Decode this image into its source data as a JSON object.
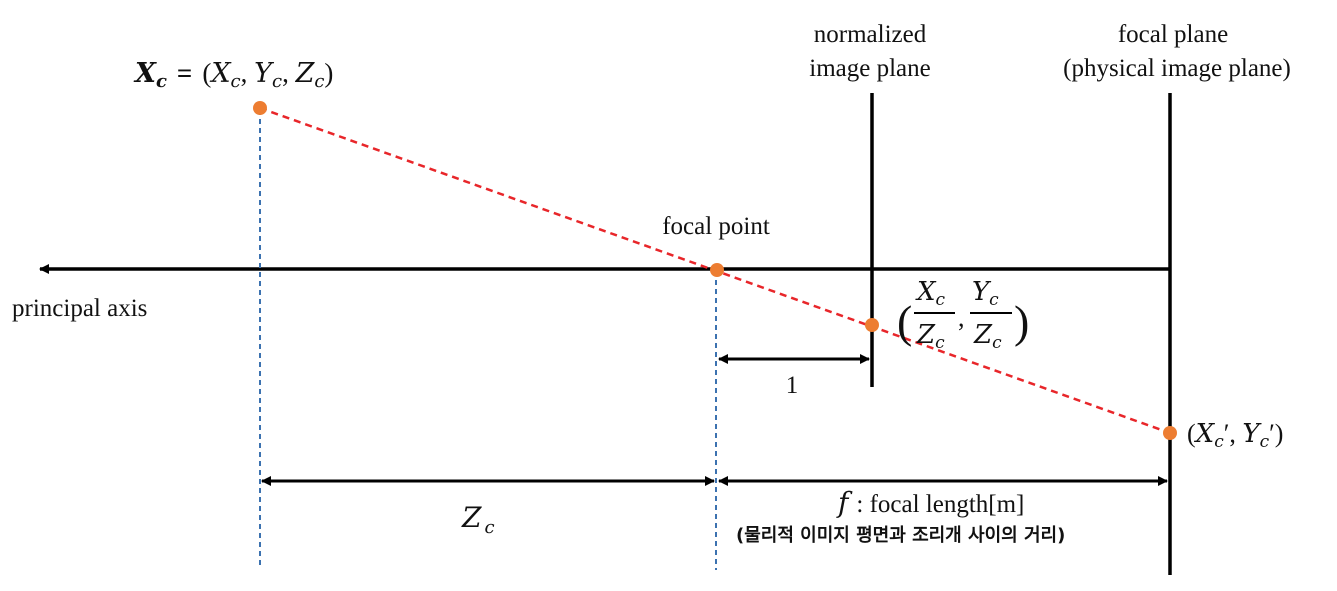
{
  "colors": {
    "line": "#000000",
    "ray": "#e8262a",
    "guide": "#3c72b0",
    "point": "#ed7d31"
  },
  "labels": {
    "object_point_var": "X",
    "object_point_sub": "c",
    "object_point_eq": "=",
    "object_X": "X",
    "object_Y": "Y",
    "object_Z": "Z",
    "sub_c": "c",
    "normalized_plane_line1": "normalized",
    "normalized_plane_line2": "image plane",
    "focal_plane_line1": "focal plane",
    "focal_plane_line2": "(physical image plane)",
    "focal_point": "focal point",
    "principal_axis": "principal axis",
    "norm_coord_num_x": "X",
    "norm_coord_den_x": "Z",
    "norm_coord_num_y": "Y",
    "norm_coord_den_y": "Z",
    "unit_distance": "1",
    "image_point_x": "X",
    "image_point_y": "Y",
    "prime": "′",
    "depth_label": "Z",
    "focal_length_symbol": "f",
    "focal_length_text": ": focal length[m]",
    "focal_length_note": "(물리적 이미지 평면과 조리개 사이의 거리)"
  }
}
